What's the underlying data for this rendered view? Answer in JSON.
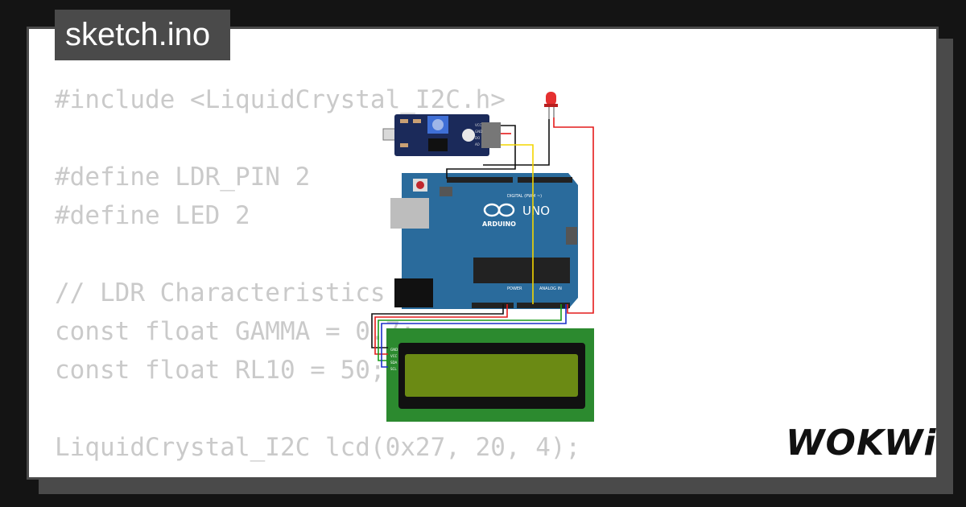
{
  "header": {
    "filename": "sketch.ino"
  },
  "code": {
    "lines": [
      "#include <LiquidCrystal_I2C.h>",
      "",
      "#define LDR_PIN 2",
      "#define LED 2",
      "",
      "// LDR Characteristics",
      "const float GAMMA = 0.7;",
      "const float RL10 = 50;",
      "",
      "LiquidCrystal_I2C lcd(0x27, 20, 4);"
    ]
  },
  "brand": {
    "logo": "WOKWi"
  },
  "diagram": {
    "board_label": "UNO",
    "board_brand": "ARDUINO",
    "digital_label": "DIGITAL (PWM ~)",
    "power_label": "POWER",
    "analog_label": "ANALOG IN",
    "lcd_pins": [
      "GND",
      "VCC",
      "SDA",
      "SCL"
    ],
    "ldr_pins": [
      "VCC",
      "GND",
      "DO",
      "AO"
    ],
    "colors": {
      "board": "#2a6b9c",
      "lcd_frame": "#2c8a2f",
      "lcd_screen": "#6b8a14",
      "wire_red": "#e41b1b",
      "wire_yellow": "#f3d500",
      "wire_black": "#111111",
      "wire_green": "#1a9b1a",
      "wire_blue": "#1a2fc8",
      "led": "#e53030"
    }
  }
}
